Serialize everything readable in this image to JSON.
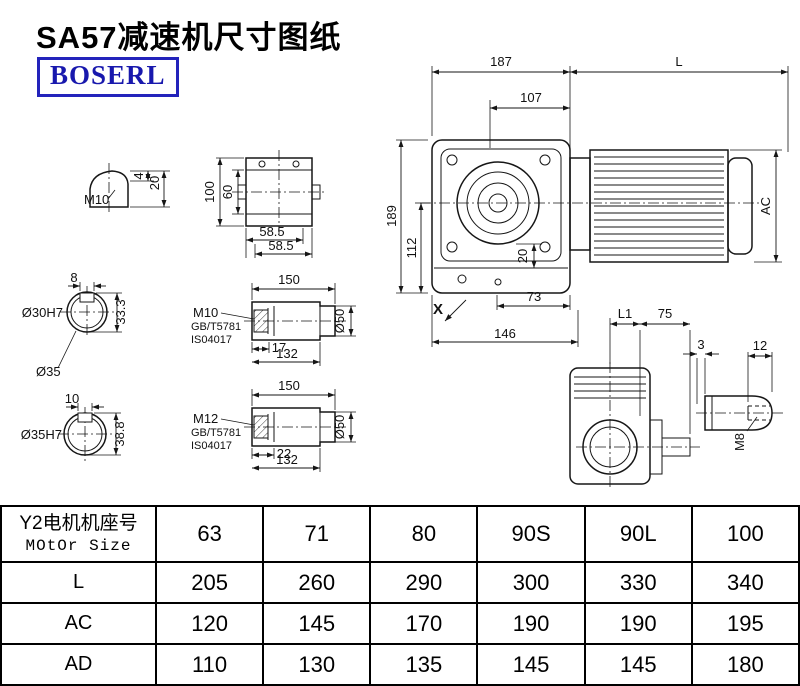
{
  "page": {
    "title": "SA57减速机尺寸图纸",
    "logo": "BOSERL"
  },
  "main_view": {
    "d187": "187",
    "dL": "L",
    "d107": "107",
    "d189": "189",
    "d112": "112",
    "d20": "20",
    "d73": "73",
    "d146": "146",
    "dAC": "AC",
    "dX": "X"
  },
  "output_view": {
    "dL1": "L1",
    "d75": "75",
    "d3": "3",
    "d12": "12",
    "m8": "M8"
  },
  "key_detail": {
    "m10": "M10",
    "d4": "4",
    "d20": "20"
  },
  "housing": {
    "d100": "100",
    "d60": "60",
    "d58a": "58.5",
    "d58b": "58.5"
  },
  "bore_a": {
    "d8": "8",
    "label": "Ø30H7",
    "d33": "33.3",
    "outer": "Ø35"
  },
  "shaft_a": {
    "d150": "150",
    "thread": "M10",
    "std1": "GB/T5781",
    "std2": "IS04017",
    "d17": "17",
    "d132": "132",
    "dia": "Ø50"
  },
  "bore_b": {
    "d10": "10",
    "label": "Ø35H7",
    "d38": "38.8"
  },
  "shaft_b": {
    "d150": "150",
    "thread": "M12",
    "std1": "GB/T5781",
    "std2": "IS04017",
    "d22": "22",
    "d132": "132",
    "dia": "Ø50"
  },
  "table": {
    "header_line1": "Y2电机机座号",
    "header_line2": "MOtOr Size",
    "sizes": [
      "63",
      "71",
      "80",
      "90S",
      "90L",
      "100"
    ],
    "rows": [
      {
        "label": "L",
        "values": [
          "205",
          "260",
          "290",
          "300",
          "330",
          "340"
        ]
      },
      {
        "label": "AC",
        "values": [
          "120",
          "145",
          "170",
          "190",
          "190",
          "195"
        ]
      },
      {
        "label": "AD",
        "values": [
          "110",
          "130",
          "135",
          "145",
          "145",
          "180"
        ]
      }
    ]
  }
}
